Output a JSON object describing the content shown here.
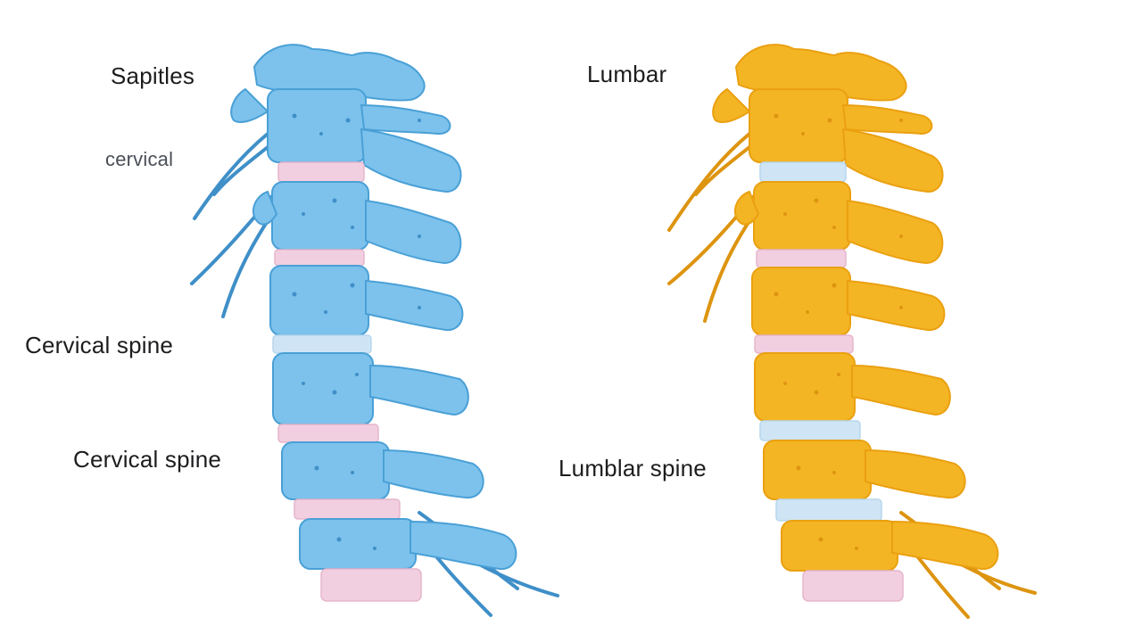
{
  "labels": {
    "sapitles": "Sapitles",
    "cervical_small": "cervical",
    "cervical_spine_1": "Cervical spine",
    "cervical_spine_2": "Cervical spine",
    "lumbar": "Lumbar",
    "lumblar_spine": "Lumblar spine"
  },
  "colors": {
    "blue_bone": "#7cc2ec",
    "blue_outline": "#4aa0d6",
    "blue_dark": "#3f8fc8",
    "orange_bone": "#f4b524",
    "orange_outline": "#eaa010",
    "orange_dark": "#dd9410",
    "disc_pink": "#f2cfe0",
    "disc_light_blue": "#cfe5f5"
  },
  "icons": [
    "cervical-spine-illustration",
    "lumbar-spine-illustration"
  ]
}
